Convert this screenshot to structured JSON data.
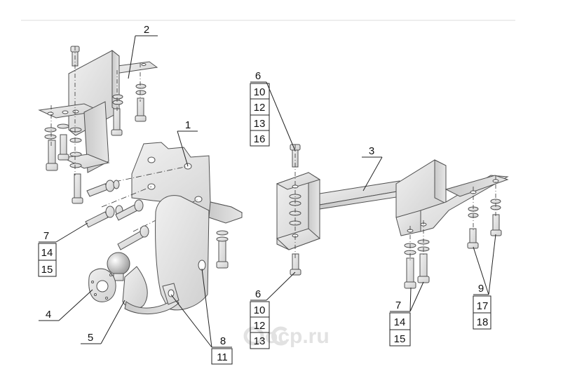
{
  "diagram": {
    "callouts": {
      "c1": "1",
      "c2": "2",
      "c3": "3",
      "c4": "4",
      "c5": "5",
      "c6_top": "6",
      "c10_top": "10",
      "c12_top": "12",
      "c13_top": "13",
      "c16_top": "16",
      "c6_bot": "6",
      "c10_bot": "10",
      "c12_bot": "12",
      "c13_bot": "13",
      "c7_left": "7",
      "c14_left": "14",
      "c15_left": "15",
      "c7_right": "7",
      "c14_right": "14",
      "c15_right": "15",
      "c8": "8",
      "c11": "11",
      "c9": "9",
      "c17": "17",
      "c18": "18"
    },
    "watermark": "ocp.ru",
    "colors": {
      "part_fill": "#e4e4e4",
      "part_stroke": "#505050",
      "leader": "#222222",
      "text": "#111111",
      "watermark": "#e2e2e2"
    }
  }
}
